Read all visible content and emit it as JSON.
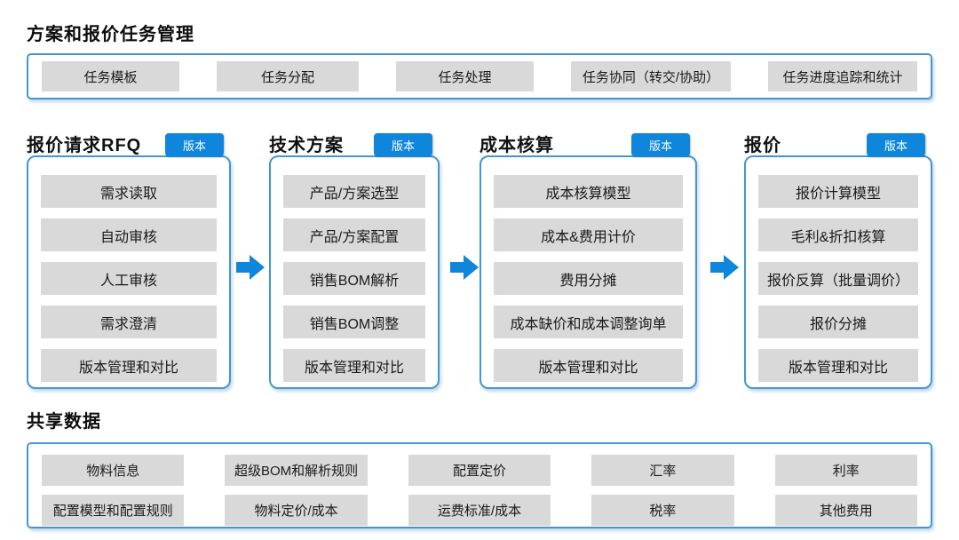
{
  "task_section": {
    "title": "方案和报价任务管理",
    "items": [
      "任务模板",
      "任务分配",
      "任务处理",
      "任务协同（转交/协助）",
      "任务进度追踪和统计"
    ]
  },
  "columns": [
    {
      "title": "报价请求RFQ",
      "tag": "版本",
      "items": [
        "需求读取",
        "自动审核",
        "人工审核",
        "需求澄清",
        "版本管理和对比"
      ]
    },
    {
      "title": "技术方案",
      "tag": "版本",
      "items": [
        "产品/方案选型",
        "产品/方案配置",
        "销售BOM解析",
        "销售BOM调整",
        "版本管理和对比"
      ]
    },
    {
      "title": "成本核算",
      "tag": "版本",
      "items": [
        "成本核算模型",
        "成本&费用计价",
        "费用分摊",
        "成本缺价和成本调整询单",
        "版本管理和对比"
      ]
    },
    {
      "title": "报价",
      "tag": "版本",
      "items": [
        "报价计算模型",
        "毛利&折扣核算",
        "报价反算（批量调价）",
        "报价分摊",
        "版本管理和对比"
      ]
    }
  ],
  "shared_section": {
    "title": "共享数据",
    "rows": [
      [
        "物料信息",
        "超级BOM和解析规则",
        "配置定价",
        "汇率",
        "利率"
      ],
      [
        "配置模型和配置规则",
        "物料定价/成本",
        "运费标准/成本",
        "税率",
        "其他费用"
      ]
    ]
  },
  "colors": {
    "accent_blue": "#0e86db",
    "border_blue": "#4296d6",
    "item_gray": "#d9d9d9"
  }
}
